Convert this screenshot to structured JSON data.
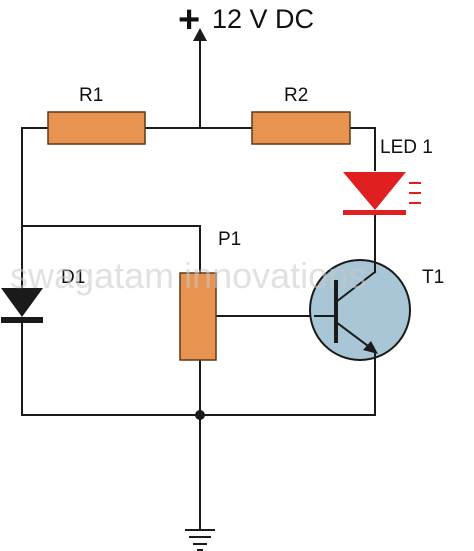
{
  "supply": {
    "label": "12 V DC",
    "sign": "+"
  },
  "components": {
    "r1": {
      "label": "R1"
    },
    "r2": {
      "label": "R2"
    },
    "led": {
      "label": "LED 1"
    },
    "diode": {
      "label": "D1"
    },
    "pot": {
      "label": "P1"
    },
    "transistor": {
      "label": "T1"
    }
  },
  "watermark": "swagatam innovations",
  "colors": {
    "resistor_fill": "#E8934F",
    "resistor_stroke": "#5a3a1a",
    "led_fill": "#E02020",
    "transistor_fill": "#A9C6D6",
    "wire": "#1a1a1a"
  }
}
